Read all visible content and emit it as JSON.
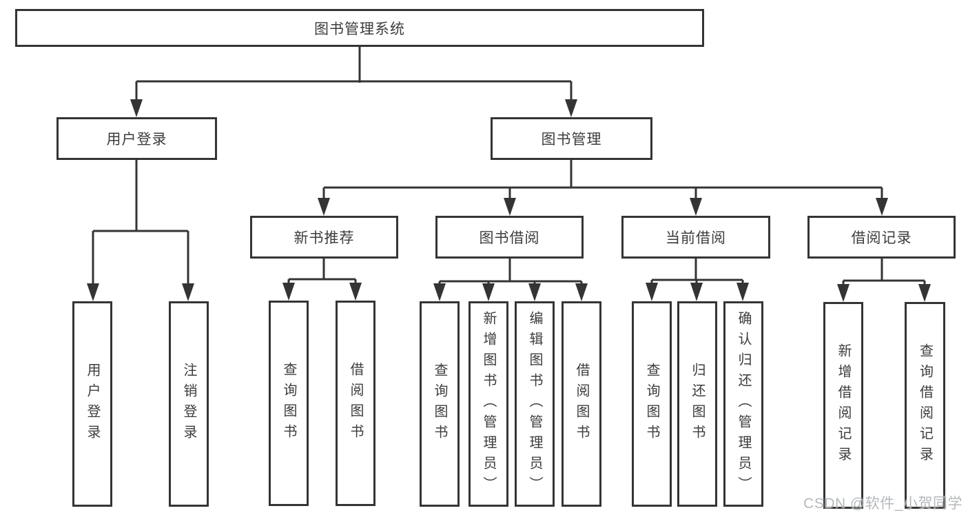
{
  "nodes": {
    "root": {
      "label": "图书管理系统"
    },
    "user_login": {
      "label": "用户登录"
    },
    "book_mgmt": {
      "label": "图书管理"
    },
    "new_book_rec": {
      "label": "新书推荐"
    },
    "book_borrow": {
      "label": "图书借阅"
    },
    "current_borrow": {
      "label": "当前借阅"
    },
    "borrow_records": {
      "label": "借阅记录"
    },
    "leaf_user_login": {
      "label": "用户登录"
    },
    "leaf_logout_login": {
      "label": "注销登录"
    },
    "leaf_rec_query_book": {
      "label": "查询图书"
    },
    "leaf_rec_borrow_book": {
      "label": "借阅图书"
    },
    "leaf_bb_query_book": {
      "label": "查询图书"
    },
    "leaf_bb_add_book": {
      "label": "新增图书（管理员）"
    },
    "leaf_bb_edit_book": {
      "label": "编辑图书（管理员）"
    },
    "leaf_bb_borrow_book": {
      "label": "借阅图书"
    },
    "leaf_cb_query_book": {
      "label": "查询图书"
    },
    "leaf_cb_return_book": {
      "label": "归还图书"
    },
    "leaf_cb_confirm_return": {
      "label": "确认归还（管理员）"
    },
    "leaf_br_add_record": {
      "label": "新增借阅记录"
    },
    "leaf_br_query_record": {
      "label": "查询借阅记录"
    }
  },
  "watermark": {
    "text": "CSDN @软件_小贺同学"
  },
  "colors": {
    "line": "#343434",
    "text": "#3c3c3c",
    "background": "#ffffff",
    "watermark": "#aeb2b6"
  }
}
